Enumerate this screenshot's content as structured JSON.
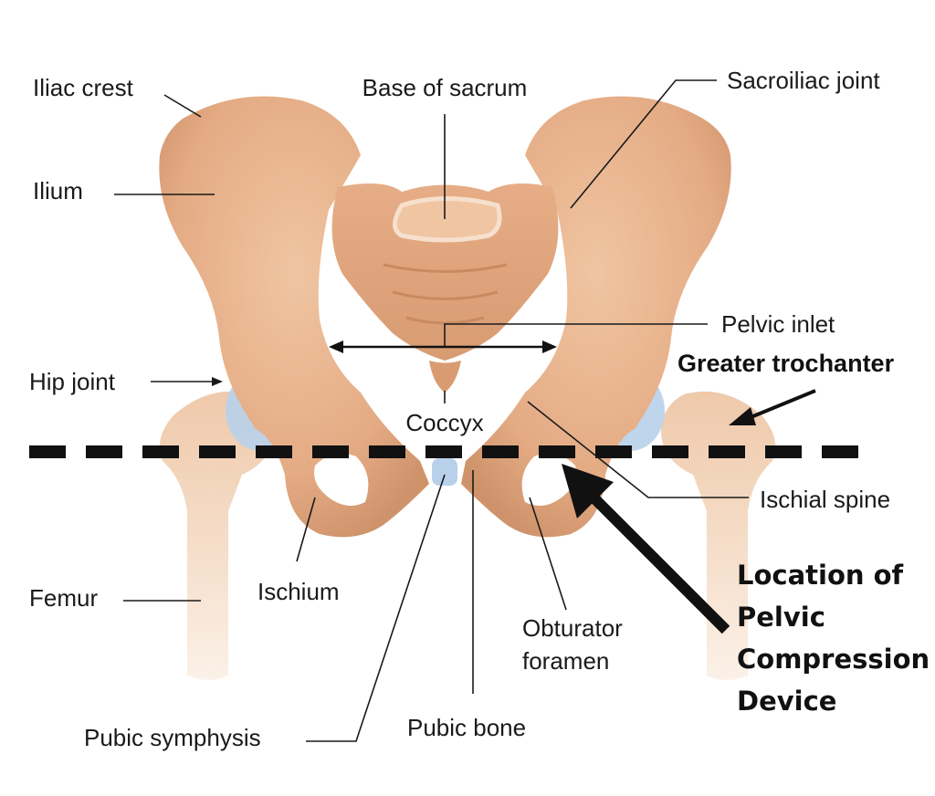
{
  "labels": {
    "iliac_crest": "Iliac crest",
    "base_of_sacrum": "Base of sacrum",
    "sacroiliac_joint": "Sacroiliac joint",
    "ilium": "Ilium",
    "pelvic_inlet": "Pelvic inlet",
    "hip_joint": "Hip joint",
    "greater_trochanter": "Greater trochanter",
    "coccyx": "Coccyx",
    "ischial_spine": "Ischial spine",
    "femur": "Femur",
    "ischium": "Ischium",
    "obturator_foramen_line1": "Obturator",
    "obturator_foramen_line2": "foramen",
    "pubic_symphysis": "Pubic symphysis",
    "pubic_bone": "Pubic bone"
  },
  "callout": {
    "line1": "Location of",
    "line2": "Pelvic",
    "line3": "Compression",
    "line4": "Device"
  },
  "colors": {
    "bone": "#e6b08a",
    "bone_shadow": "#c98a62",
    "bone_highlight": "#f3d2b6",
    "femur_light": "#f6e1cf",
    "cartilage": "#b8d0ea",
    "ink": "#111111"
  }
}
